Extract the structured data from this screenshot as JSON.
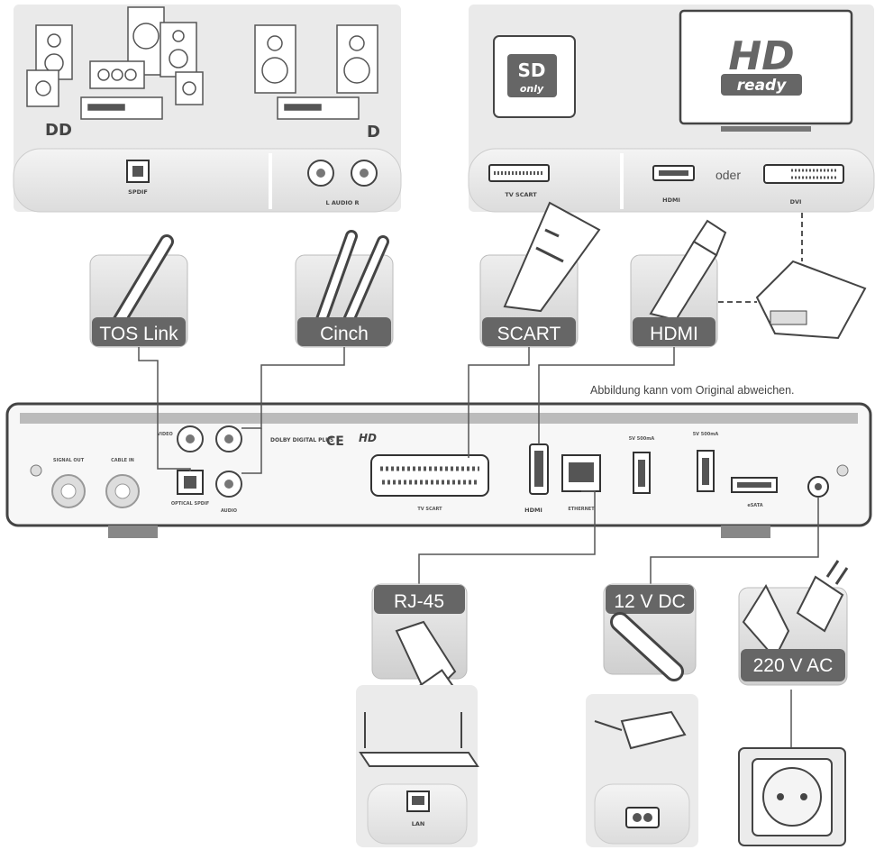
{
  "top_panels": {
    "dolby_logo": "DD",
    "stereo_logo": "D",
    "spdif_label": "SPDIF",
    "audio_label": "L  AUDIO  R",
    "sd_badge": {
      "line1": "SD",
      "line2": "only"
    },
    "hd_badge": {
      "line1": "HD",
      "line2": "ready"
    },
    "tv_scart_label": "TV SCART",
    "hdmi_label": "HDMI",
    "oder_label": "oder",
    "dvi_label": "DVI"
  },
  "cables": {
    "toslink": "TOS Link",
    "cinch": "Cinch",
    "scart": "SCART",
    "hdmi": "HDMI",
    "rj45": "RJ-45",
    "dc12": "12 V DC",
    "ac220": "220 V AC"
  },
  "note": "Abbildung kann vom Original abweichen.",
  "receiver": {
    "sat_out": "SIGNAL OUT",
    "sat_in": "CABLE IN",
    "video": "VIDEO",
    "optical": "OPTICAL SPDIF",
    "audio": "AUDIO",
    "dolby": "DOLBY DIGITAL PLUS",
    "ce": "CE",
    "hd_mark": "HD",
    "scart": "TV SCART",
    "hdmi": "HDMI",
    "ethernet": "ETHERNET",
    "usb1": "5V 500mA",
    "usb2": "5V 500mA",
    "esata": "eSATA"
  },
  "bottom_devices": {
    "lan_label": "LAN"
  }
}
